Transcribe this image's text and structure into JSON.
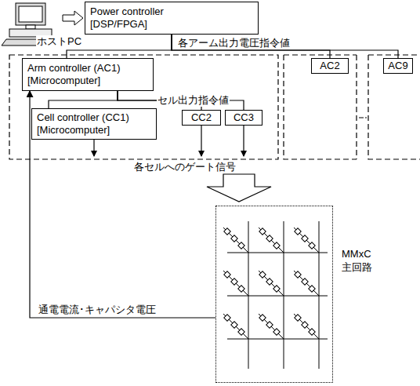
{
  "diagram": {
    "nodes": [
      {
        "text": [
          "Power controller",
          "[DSP/FPGA]"
        ]
      },
      {
        "text": [
          "Arm controller (AC1)",
          "[Microcomputer]"
        ]
      },
      {
        "text": [
          "AC2"
        ]
      },
      {
        "text": [
          "AC9"
        ]
      },
      {
        "text": [
          "Cell controller (CC1)",
          "[Microcomputer]"
        ]
      },
      {
        "text": [
          "CC2"
        ]
      },
      {
        "text": [
          "CC3"
        ]
      },
      {
        "text": [
          "MMxC 主回路"
        ]
      }
    ],
    "edges": [
      {
        "from": 0,
        "to": 1,
        "arrow": "none",
        "label": "各アーム出力電圧指令値"
      },
      {
        "from": 0,
        "to": 2,
        "arrow": "none"
      },
      {
        "from": 0,
        "to": 3,
        "arrow": "none"
      },
      {
        "from": 1,
        "to": 4,
        "arrow": "none",
        "label": "セル出力指令値"
      },
      {
        "from": 1,
        "to": 5,
        "arrow": "none"
      },
      {
        "from": 1,
        "to": 6,
        "arrow": "none"
      },
      {
        "from": 7,
        "to": 1,
        "arrow": "to",
        "label": "通電電流･キャパシタ電圧"
      }
    ],
    "labels": [
      "ホストPC",
      "各セルへのゲート信号"
    ]
  }
}
